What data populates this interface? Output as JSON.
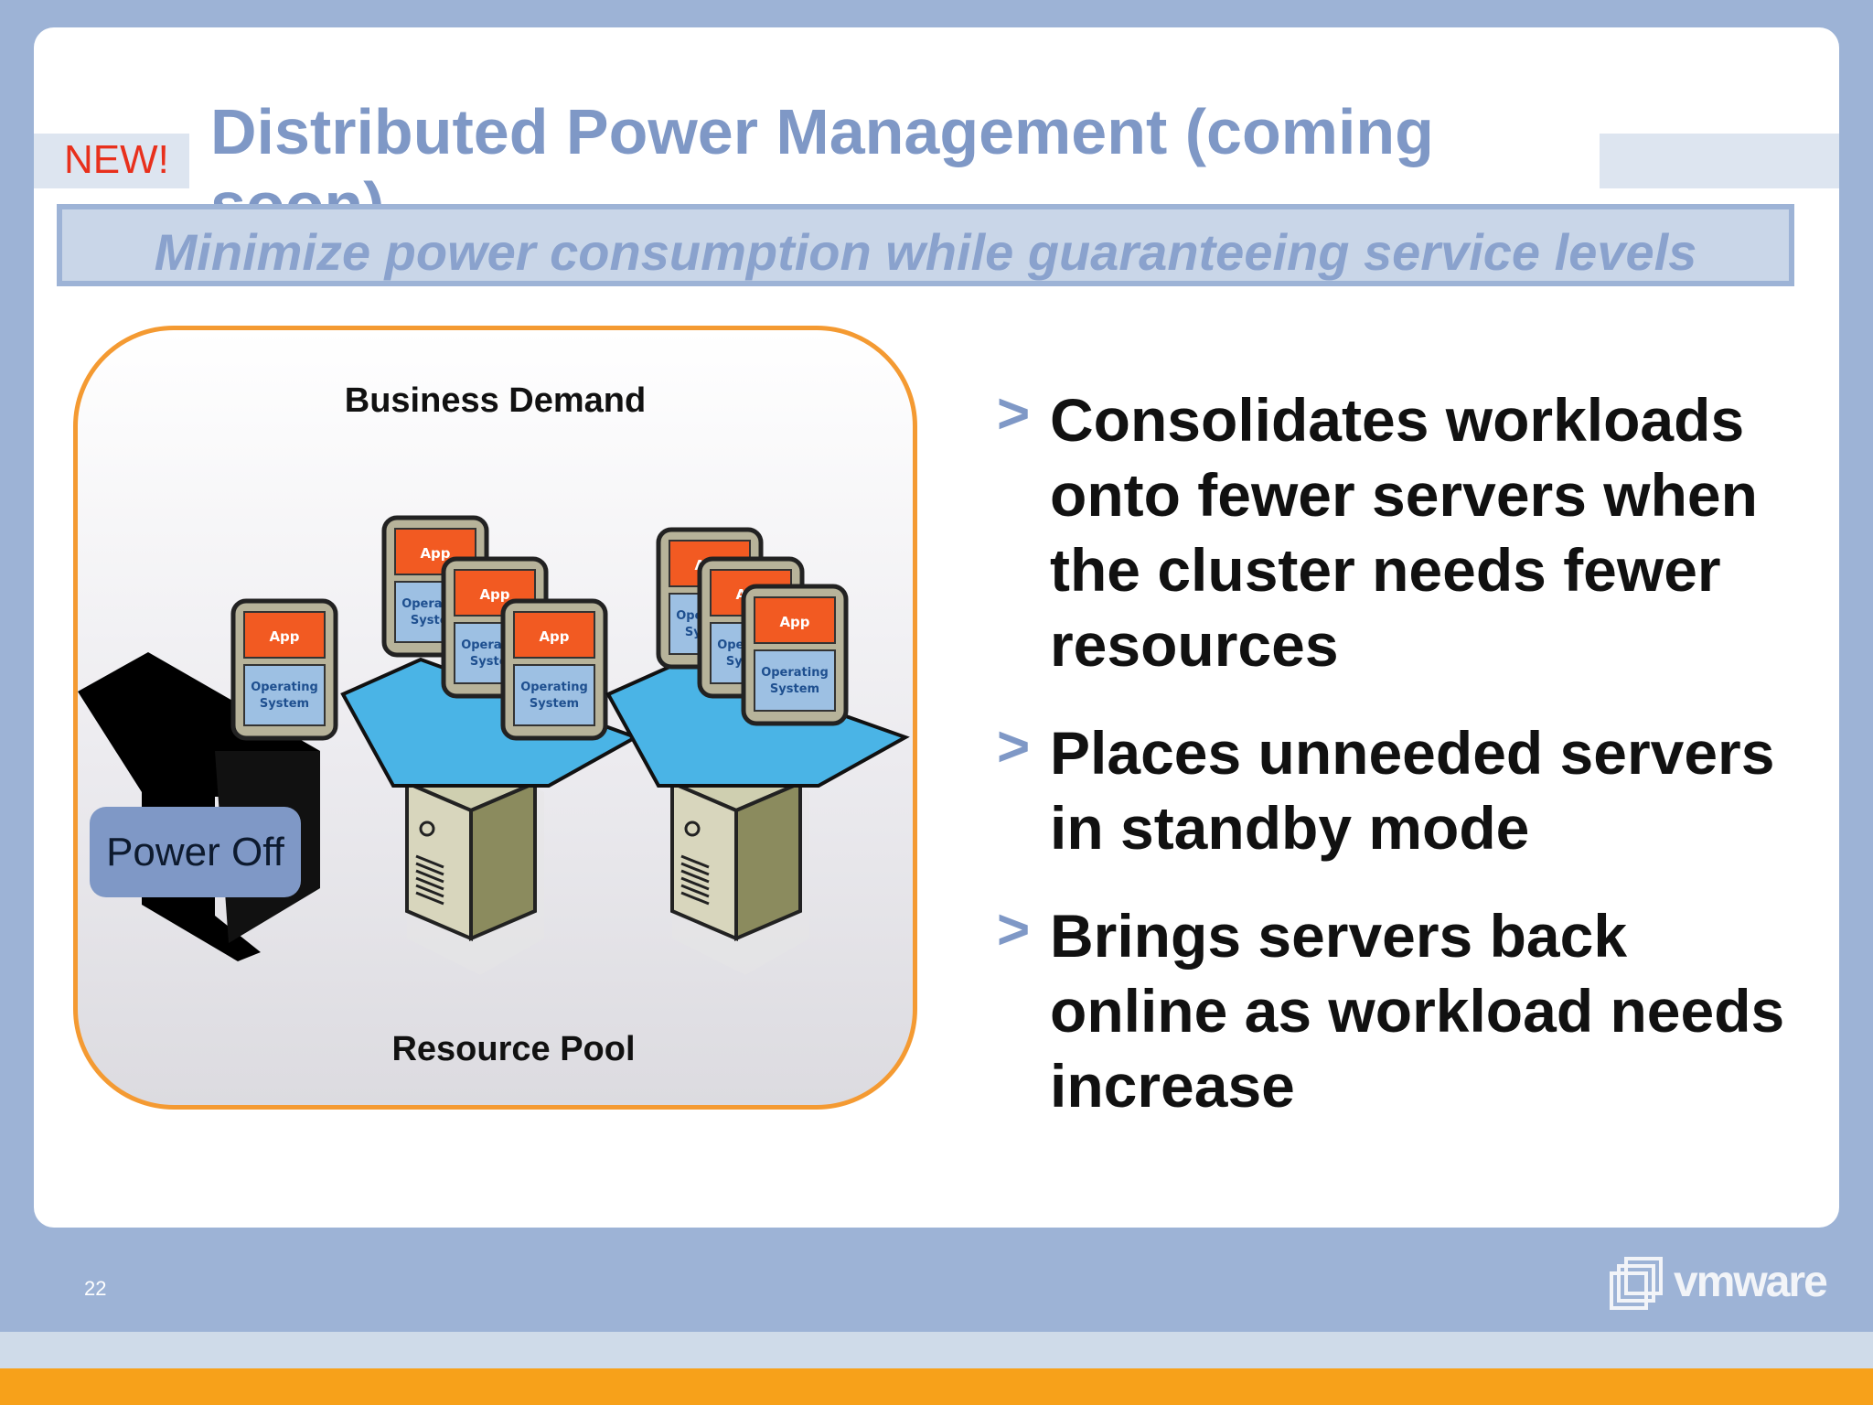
{
  "slide": {
    "badge": "NEW!",
    "title": "Distributed Power Management (coming soon)",
    "subtitle": "Minimize power consumption while guaranteeing service levels",
    "page_number": "22"
  },
  "diagram": {
    "top_label": "Business Demand",
    "bottom_label": "Resource Pool",
    "power_off_label": "Power Off",
    "vm_app_label": "App",
    "vm_os_label": "Operating System"
  },
  "bullets": [
    {
      "text": "Consolidates workloads onto fewer servers when the cluster needs fewer resources"
    },
    {
      "text": "Places unneeded servers in standby mode"
    },
    {
      "text": "Brings servers back online as workload needs increase"
    }
  ],
  "bullet_marker": ">",
  "logo": {
    "text": "vmware",
    "icon": "vmware-boxes-icon"
  },
  "colors": {
    "background": "#9db3d6",
    "title": "#7f98c6",
    "badge": "#e8301c",
    "panel_border": "#f49a32",
    "footer_bar": "#f7a11a",
    "vm_app": "#f25a22"
  }
}
